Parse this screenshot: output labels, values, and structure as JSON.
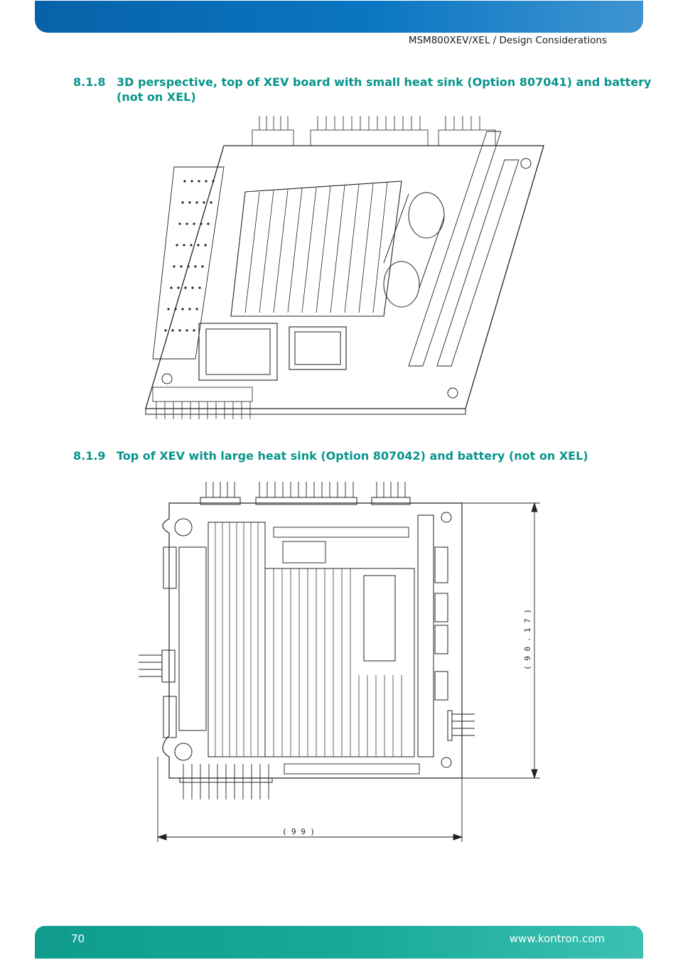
{
  "header": {
    "doc_title": "MSM800XEV/XEL / Design Considerations"
  },
  "sections": [
    {
      "number": "8.1.8",
      "title_line1": "3D perspective, top of XEV board with small heat sink (Option 807041) and battery",
      "title_line2": "(not on XEL)"
    },
    {
      "number": "8.1.9",
      "title_line1": "Top of XEV with large heat sink (Option 807042) and battery (not on XEL)"
    }
  ],
  "figure2": {
    "dim_width": "( 9 9 )",
    "dim_height": "( 9 0 . 1 7 )"
  },
  "footer": {
    "page_number": "70",
    "url": "www.kontron.com"
  },
  "colors": {
    "header_blue": "#0a76c2",
    "heading_teal": "#07948c",
    "footer_teal": "#1aaa9a"
  }
}
